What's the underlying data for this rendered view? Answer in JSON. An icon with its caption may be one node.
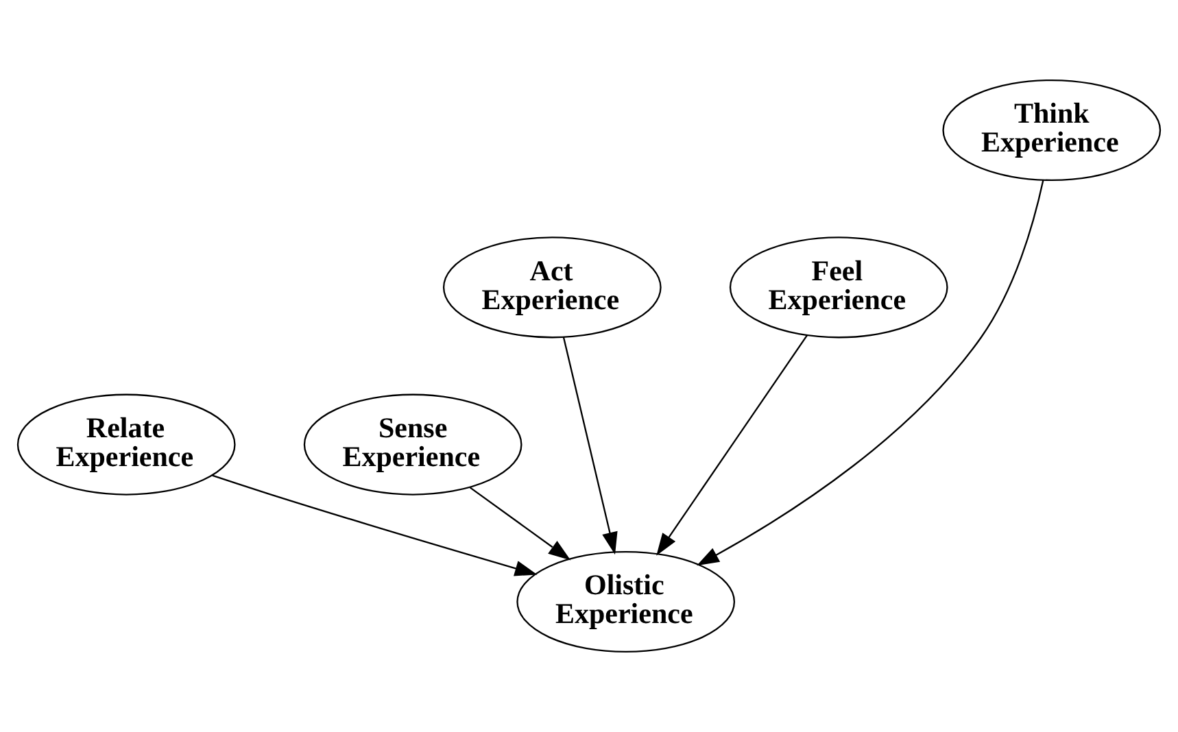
{
  "diagram": {
    "nodes": [
      {
        "text": [
          "Olistic Experience"
        ]
      },
      {
        "text": [
          "Relate Experience"
        ]
      },
      {
        "text": [
          "Sense Experience"
        ]
      },
      {
        "text": [
          "Act Experience"
        ]
      },
      {
        "text": [
          "Feel Experience"
        ]
      },
      {
        "text": [
          "Think Experience"
        ]
      }
    ],
    "edges": [
      {
        "from": 1,
        "to": 0,
        "arrow": "to"
      },
      {
        "from": 2,
        "to": 0,
        "arrow": "to"
      },
      {
        "from": 3,
        "to": 0,
        "arrow": "to"
      },
      {
        "from": 4,
        "to": 0,
        "arrow": "to"
      },
      {
        "from": 5,
        "to": 0,
        "arrow": "to"
      }
    ]
  }
}
